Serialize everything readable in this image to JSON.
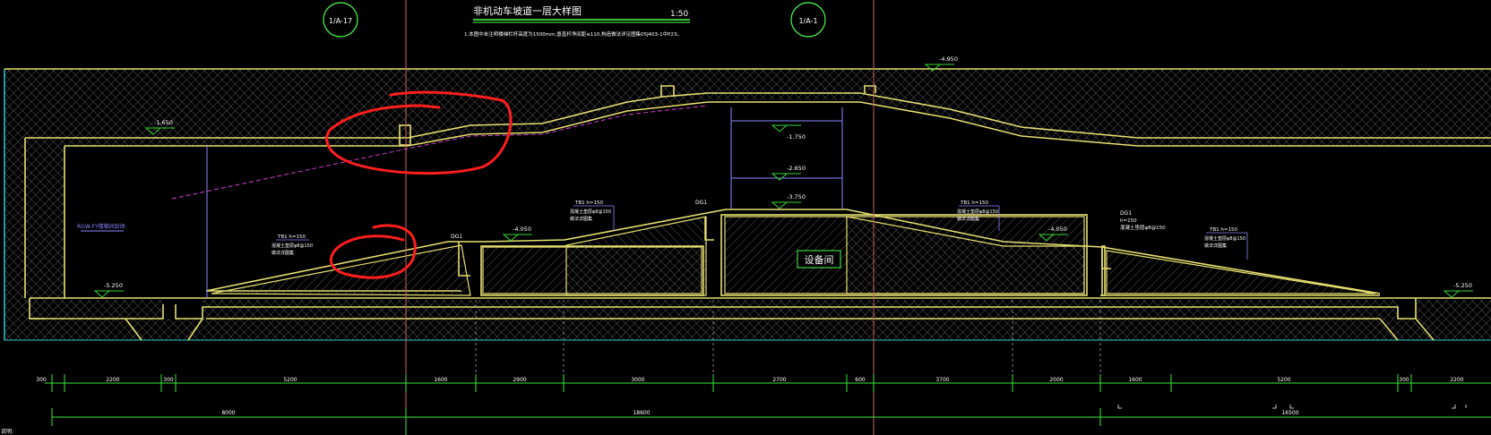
{
  "drawing": {
    "title": "非机动车坡道一层大样图",
    "scale": "1:50",
    "note": "1.本图中未注明楼梯栏杆高度为1500mm,垂直杆净间距≤110,构造做法详见图集05J403-1中P23。",
    "grid_bubbles": [
      "1/A-17",
      "1/A-1"
    ],
    "level_marks": [
      "-4.950",
      "-1.650",
      "-1.750",
      "-2.650",
      "-3.750",
      "-4.050",
      "-5.250",
      "-4.050",
      "-5.250"
    ],
    "room_label": "设备间",
    "left_label": "RGW-FY楼梯间封闭",
    "bottom_left_text": "说明:"
  },
  "annotations": {
    "door_labels": [
      "DG1",
      "DG1",
      "DG1"
    ],
    "ramp_callouts": [
      {
        "line1": "TB1  h=150",
        "line2": "混凝土垫层φ8@150",
        "line3": "做法详图集"
      },
      {
        "line1": "TB1  h=150",
        "line2": "混凝土垫层φ8@150",
        "line3": "做法详图集"
      },
      {
        "line1": "TB1  h=150",
        "line2": "混凝土垫层φ8@150",
        "line3": "做法详图集"
      },
      {
        "line1": "TB1  h=150",
        "line2": "混凝土垫层φ8@150",
        "line3": "做法详图集"
      }
    ],
    "door_callout_right": [
      "DG1",
      "h=150",
      "混凝土垫层φ8@150"
    ]
  },
  "dimensions": {
    "row1": [
      "300",
      "2200",
      "300",
      "5200",
      "1600",
      "2900",
      "3000",
      "2700",
      "600",
      "3700",
      "2000",
      "1600",
      "5200",
      "300",
      "2200"
    ],
    "row2": [
      "8000",
      "18600",
      "16500"
    ]
  },
  "colors": {
    "background": "#000000",
    "structure": "#e6e070",
    "hatch": "#8c8c8c",
    "grid_line": "#c8645a",
    "dimension": "#38e838",
    "markup": "#ff1e1e",
    "level": "#34d634",
    "label_blue": "#8a88ff",
    "dashed_magenta": "#d43cd4",
    "border_cyan": "#2ec8c8"
  }
}
